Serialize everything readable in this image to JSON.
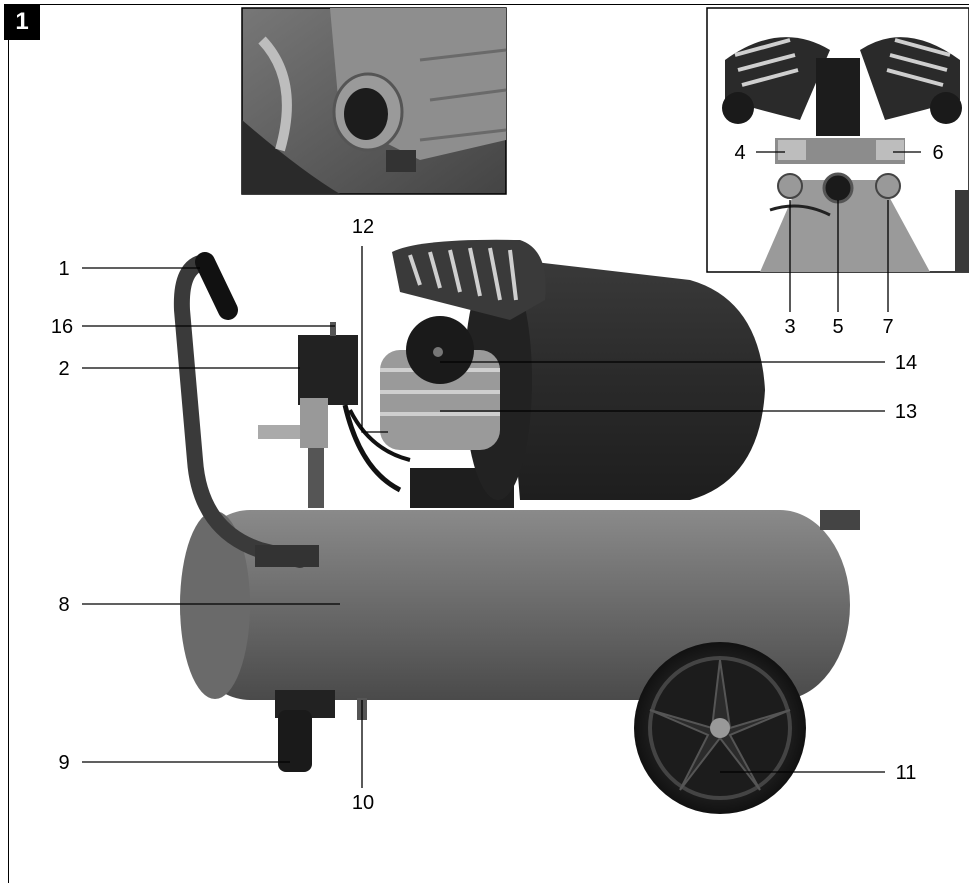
{
  "figure": {
    "number": "1",
    "callouts": {
      "c1": "1",
      "c2": "2",
      "c3": "3",
      "c4": "4",
      "c5": "5",
      "c6": "6",
      "c7": "7",
      "c8": "8",
      "c9": "9",
      "c10": "10",
      "c11": "11",
      "c12": "12",
      "c13": "13",
      "c14": "14",
      "c16": "16"
    }
  }
}
